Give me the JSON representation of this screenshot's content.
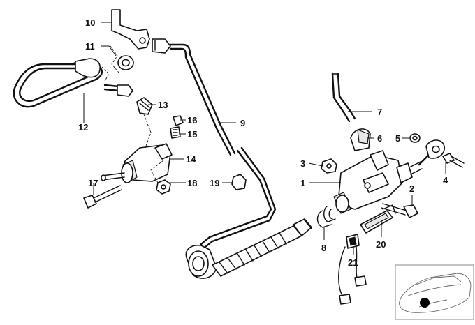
{
  "diagram": {
    "callouts": [
      {
        "id": "c1",
        "label": "1"
      },
      {
        "id": "c2",
        "label": "2"
      },
      {
        "id": "c3",
        "label": "3"
      },
      {
        "id": "c4",
        "label": "4"
      },
      {
        "id": "c5",
        "label": "5"
      },
      {
        "id": "c6",
        "label": "6"
      },
      {
        "id": "c7",
        "label": "7"
      },
      {
        "id": "c8",
        "label": "8"
      },
      {
        "id": "c9",
        "label": "9"
      },
      {
        "id": "c10",
        "label": "10"
      },
      {
        "id": "c11",
        "label": "11"
      },
      {
        "id": "c12",
        "label": "12"
      },
      {
        "id": "c13",
        "label": "13"
      },
      {
        "id": "c14",
        "label": "14"
      },
      {
        "id": "c15",
        "label": "15"
      },
      {
        "id": "c16",
        "label": "16"
      },
      {
        "id": "c17",
        "label": "17"
      },
      {
        "id": "c18",
        "label": "18"
      },
      {
        "id": "c19",
        "label": "19"
      },
      {
        "id": "c20",
        "label": "20"
      },
      {
        "id": "c21",
        "label": "21"
      }
    ]
  },
  "colors": {
    "line": "#111111",
    "background": "#ffffff",
    "inset_border": "#888888"
  },
  "icons": [
    "car-location-inset-icon"
  ]
}
